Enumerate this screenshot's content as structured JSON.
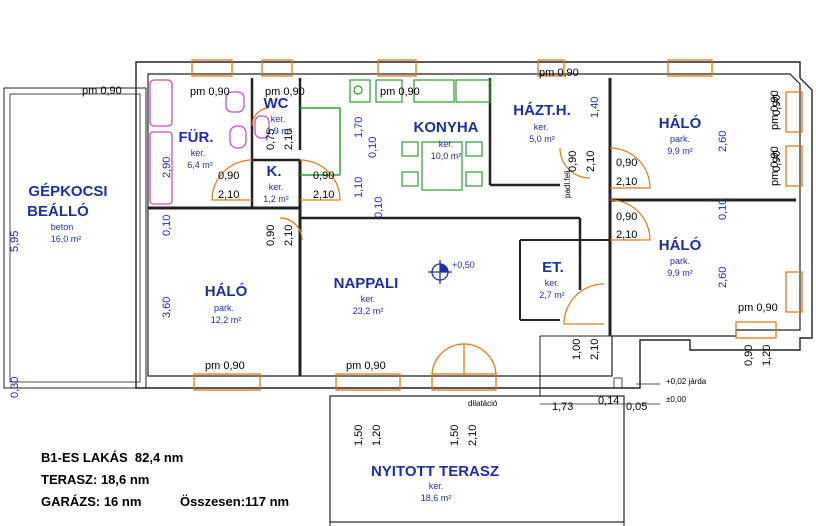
{
  "rooms": {
    "gepkocsi": {
      "name_1": "GÉPKOCSI",
      "name_2": "BEÁLLÓ",
      "floor": "beton",
      "area": "16,0 m²"
    },
    "fur": {
      "name": "FÜR.",
      "floor": "ker.",
      "area": "6,4 m²"
    },
    "wc": {
      "name": "WC",
      "floor": "ker.",
      "area": "1,9 m²"
    },
    "konyha": {
      "name": "KONYHA",
      "floor": "ker.",
      "area": "10,0 m²"
    },
    "haztH": {
      "name": "HÁZT.H.",
      "floor": "ker.",
      "area": "5,0 m²"
    },
    "halo_ne": {
      "name": "HÁLÓ",
      "floor": "park.",
      "area": "9,9 m²"
    },
    "k": {
      "name": "K.",
      "floor": "ker.",
      "area": "1,2 m²"
    },
    "halo_e": {
      "name": "HÁLÓ",
      "floor": "park.",
      "area": "9,9 m²"
    },
    "halo_w": {
      "name": "HÁLÓ",
      "floor": "park.",
      "area": "12,2 m²"
    },
    "nappali": {
      "name": "NAPPALI",
      "floor": "ker.",
      "area": "23,2 m²"
    },
    "et": {
      "name": "ET.",
      "floor": "ker.",
      "area": "2,7 m²"
    },
    "terasz": {
      "name": "NYITOTT TERASZ",
      "floor": "ker.",
      "area": "18,6 m²"
    }
  },
  "labels": {
    "pm090": "pm 0,90",
    "d090": "0,90",
    "d210": "2,10",
    "d170": "1,70",
    "d140": "1,40",
    "d260": "2,60",
    "d010": "0,10",
    "d110": "1,10",
    "d290": "2,90",
    "d075": "0,75",
    "d595": "5,95",
    "d360": "3,60",
    "d030": "0,30",
    "d100": "1,00",
    "d120": "1,20",
    "d150": "1,50",
    "d173": "1,73",
    "d014": "0,14",
    "d005": "0,05",
    "level_plus": "+0,50",
    "level_jarda": "+0,02  járda",
    "level_zero": "±0,00",
    "dilatacio": "dilatáció",
    "padlofeli": "padl.feli."
  },
  "summary": {
    "line1": "B1-ES LAKÁS  82,4 nm",
    "line2": "TERASZ: 18,6 nm",
    "line3_a": "GARÁZS: 16 nm",
    "line3_b": "Összesen:117 nm"
  },
  "colors": {
    "room_text": "#1a2fa8",
    "window": "#e07a18",
    "sanitary": "#d04ac8",
    "kitchen": "#2ca02c",
    "wall": "#222222"
  }
}
